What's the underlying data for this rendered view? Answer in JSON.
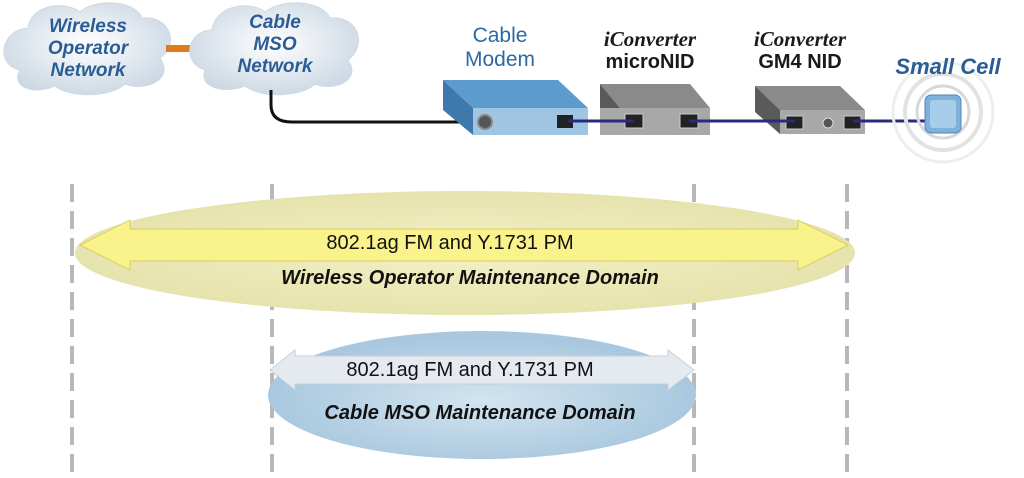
{
  "clouds": {
    "wireless": {
      "line1": "Wireless",
      "line2": "Operator",
      "line3": "Network"
    },
    "cable": {
      "line1": "Cable",
      "line2": "MSO",
      "line3": "Network"
    }
  },
  "devices": {
    "modem": {
      "line1": "Cable",
      "line2": "Modem"
    },
    "micronid": {
      "line1": "iConverter",
      "line2": "microNID"
    },
    "gm4": {
      "line1": "iConverter",
      "line2": "GM4 NID"
    },
    "smallcell": {
      "label": "Small Cell"
    }
  },
  "domains": {
    "wireless": {
      "protocol": "802.1ag FM and Y.1731 PM",
      "name": "Wireless Operator Maintenance Domain"
    },
    "cable": {
      "protocol": "802.1ag FM and Y.1731 PM",
      "name": "Cable MSO Maintenance Domain"
    }
  },
  "colors": {
    "cloud_text": "#2a5d96",
    "link_orange": "#e07a20",
    "ethernet": "#2a2a80",
    "coax": "#111111",
    "wireless_domain": "#ece9b8",
    "wireless_arrow": "#faf28a",
    "cable_domain": "#b9d3e6",
    "cable_arrow": "#e4eaef"
  }
}
